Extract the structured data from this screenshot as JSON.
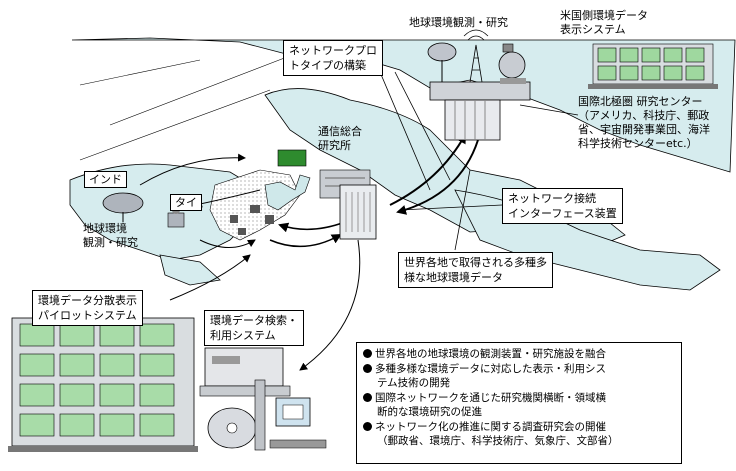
{
  "labels": {
    "earth_station": "地球環境観測・研究",
    "us_display_line1": "米国側環境データ",
    "us_display_line2": "表示システム",
    "prototype_line1": "ネットワークプロ",
    "prototype_line2": "トタイプの構築",
    "arctic_line1": "国際北極圏 研究センター",
    "arctic_line2": "（アメリカ、科技庁、郵政",
    "arctic_line3": "省、宇宙開発事業団、海洋",
    "arctic_line4": "科学技術センターetc.）",
    "crl_line1": "通信総合",
    "crl_line2": "研究所",
    "india": "インド",
    "thai": "タイ",
    "earth_obs_line1": "地球環境",
    "earth_obs_line2": "観測・研究",
    "interface_line1": "ネットワーク接続",
    "interface_line2": "インターフェース装置",
    "data_line1": "世界各地で取得される多種多",
    "data_line2": "様な地球環境データ",
    "pilot_line1": "環境データ分散表示",
    "pilot_line2": "パイロットシステム",
    "search_line1": "環境データ検索・",
    "search_line2": "利用システム"
  },
  "bullets": [
    {
      "lines": [
        "世界各地の地球環境の観測装置・研究施設を融合"
      ]
    },
    {
      "lines": [
        "多種多様な環境データに対応した表示・利用シス",
        "テム技術の開発"
      ]
    },
    {
      "lines": [
        "国際ネットワークを通じた研究機関横断・領域横",
        "断的な環境研究の促進"
      ]
    },
    {
      "lines": [
        "ネットワーク化の推進に関する調査研究会の開催",
        "（郵政省、環境庁、科学技術庁、気象庁、文部省）"
      ]
    }
  ]
}
